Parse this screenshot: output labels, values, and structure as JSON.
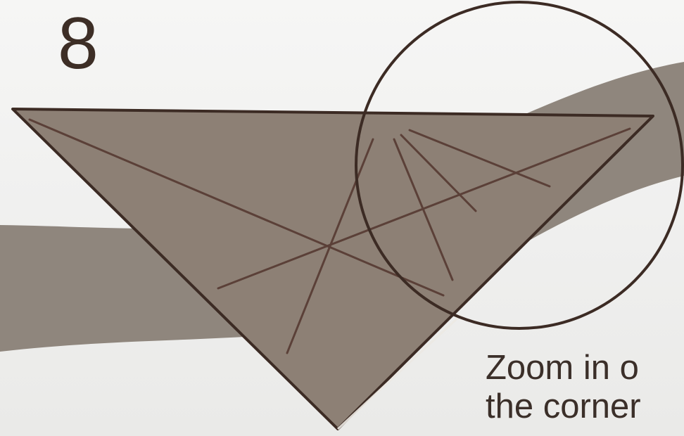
{
  "step": {
    "number": "8"
  },
  "caption": {
    "line1": "Zoom in o",
    "line2": "the corner"
  },
  "colors": {
    "background": "#f2f2f1",
    "band": "#8a8178",
    "paper": "#8e8075",
    "outline": "#3c2b24",
    "crease": "#5b4038",
    "text": "#3b2f29"
  }
}
